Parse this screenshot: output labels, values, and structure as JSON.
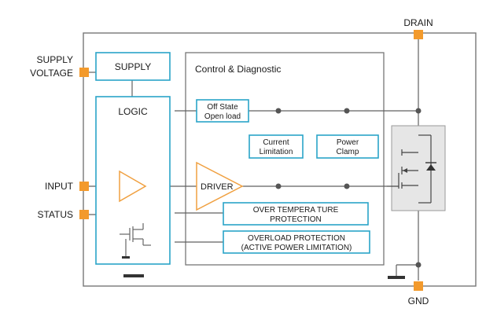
{
  "pins": {
    "supply_voltage_line1": "SUPPLY",
    "supply_voltage_line2": "VOLTAGE",
    "input": "INPUT",
    "status": "STATUS",
    "drain": "DRAIN",
    "gnd": "GND"
  },
  "blocks": {
    "supply": "SUPPLY",
    "logic": "LOGIC",
    "control_diag": "Control & Diagnostic",
    "off_state_line1": "Off State",
    "off_state_line2": "Open load",
    "current_limit_line1": "Current",
    "current_limit_line2": "Limitation",
    "power_clamp_line1": "Power",
    "power_clamp_line2": "Clamp",
    "driver": "DRIVER",
    "overtemp_line1": "OVER TEMPERA TURE",
    "overtemp_line2": "PROTECTION",
    "overload_line1": "OVERLOAD PROTECTION",
    "overload_line2": "(ACTIVE POWER LIMITATION)"
  },
  "colors": {
    "pin": "#f39a2c",
    "block_border": "#2aa4c8",
    "driver_border": "#f0a040",
    "wire": "#606060",
    "mosfet_panel": "#e6e6e6"
  }
}
